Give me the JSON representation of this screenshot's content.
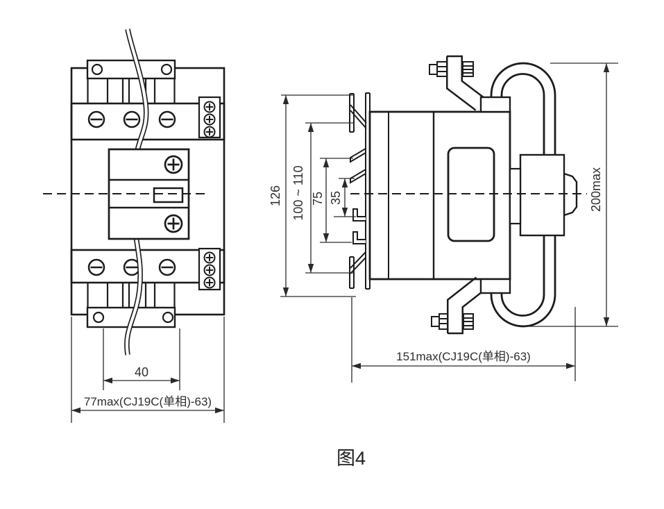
{
  "figure": {
    "caption": "图4",
    "front_view": {
      "dims": {
        "hole_spacing": "40",
        "overall_width": "77max(CJ19C(单相)-63)"
      }
    },
    "side_view": {
      "dims": {
        "plate_height": "126",
        "mount_range": "100 ~ 110",
        "hook_span": "75",
        "rail_width": "35",
        "overall_height": "200max",
        "overall_depth": "151max(CJ19C(单相)-63)"
      }
    }
  }
}
